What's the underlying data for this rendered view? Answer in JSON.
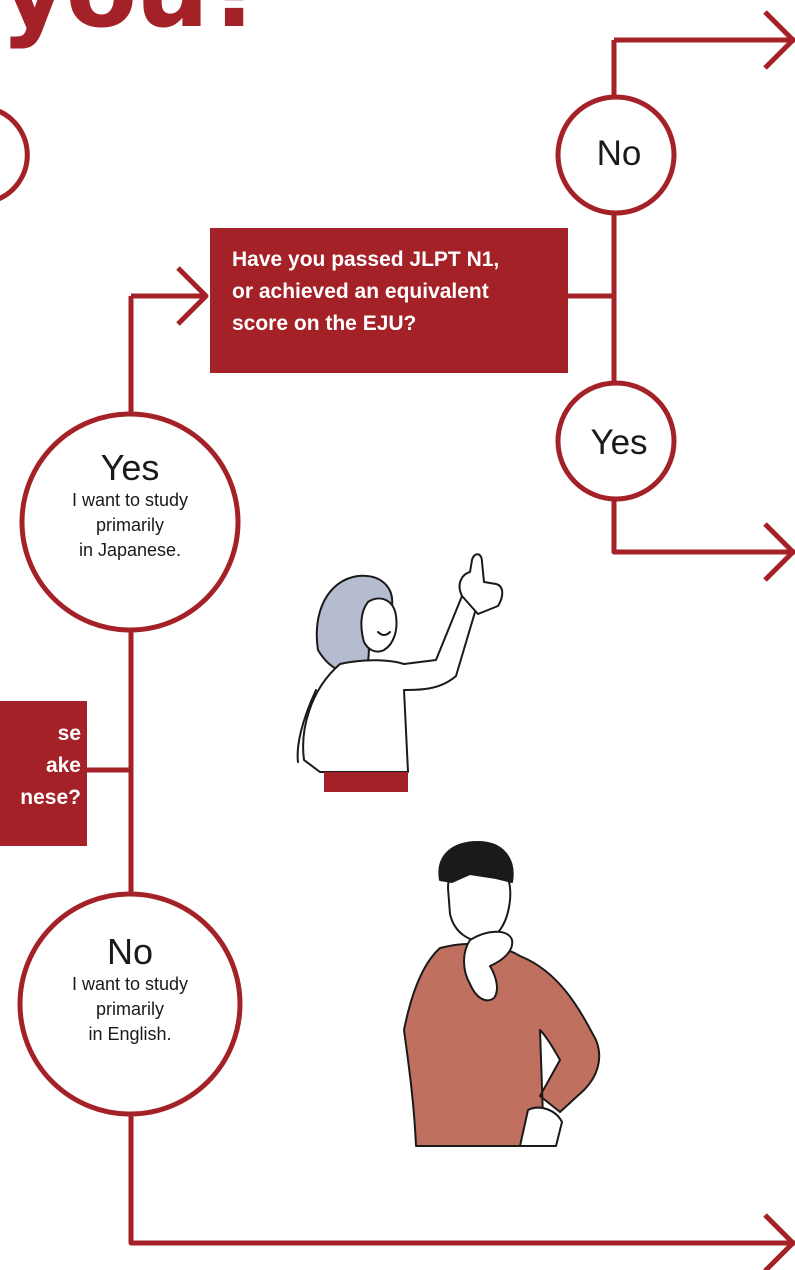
{
  "headline": "you?",
  "questions": {
    "jlpt": [
      "Have you passed JLPT N1,",
      "or achieved an equivalent",
      "score on the EJU?"
    ],
    "language_partial": [
      "se",
      "ake",
      "nese?"
    ]
  },
  "choices": {
    "yes_japanese": {
      "answer": "Yes",
      "detail": [
        "I want to study",
        "primarily",
        "in Japanese."
      ]
    },
    "no_english": {
      "answer": "No",
      "detail": [
        "I want to study",
        "primarily",
        "in English."
      ]
    },
    "jlpt_no": {
      "answer": "No"
    },
    "jlpt_yes": {
      "answer": "Yes"
    }
  },
  "colors": {
    "accent": "#a32127",
    "woman_hair": "#b5bcd0",
    "man_sweater": "#c0705e",
    "text": "#1a1a1a"
  },
  "illustrations": [
    "woman-pointing-up",
    "man-thinking"
  ]
}
